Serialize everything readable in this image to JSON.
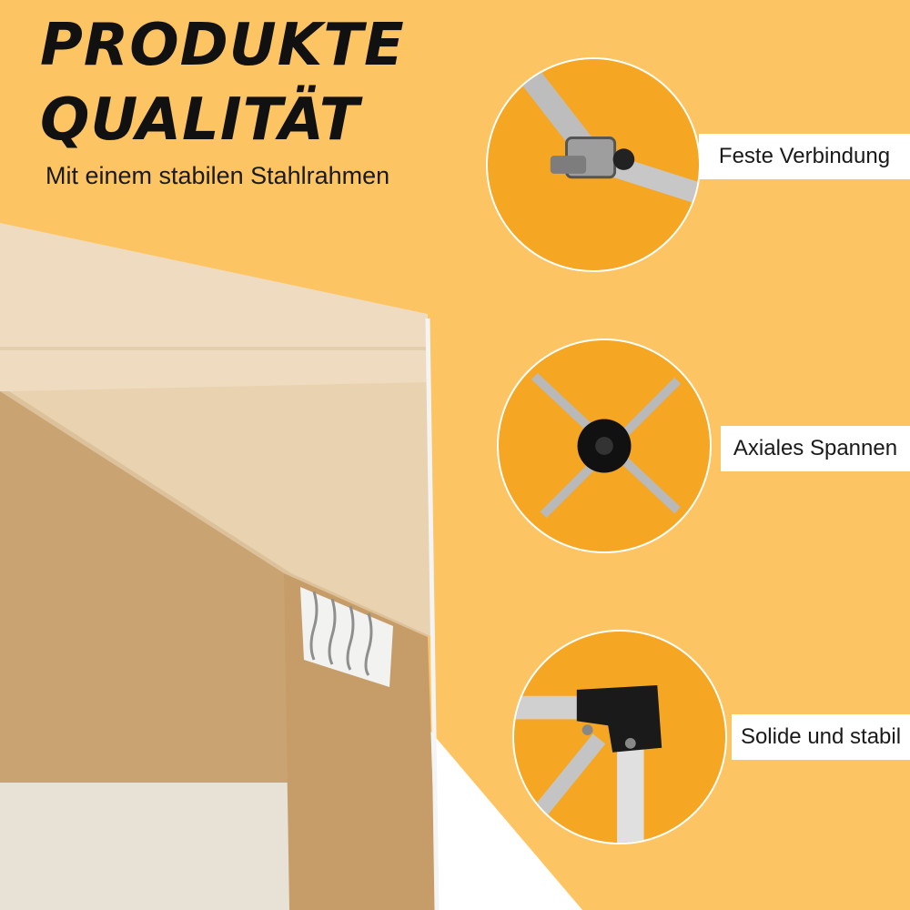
{
  "headline": {
    "line1": "PRODUKTE",
    "line2": "QUALITÄT",
    "subtitle": "Mit einem stabilen Stahlrahmen"
  },
  "features": [
    {
      "label": "Feste Verbindung",
      "icon": "pole-clamp-connector"
    },
    {
      "label": "Axiales Spannen",
      "icon": "cross-hub-joint"
    },
    {
      "label": "Solide und stabil",
      "icon": "corner-bracket-joint"
    }
  ],
  "colors": {
    "background": "#fcc462",
    "circle": "#f5a623",
    "tent_roof": "#efdcc0",
    "tent_wall": "#c9a472",
    "label_background": "#ffffff",
    "text": "#111111"
  }
}
